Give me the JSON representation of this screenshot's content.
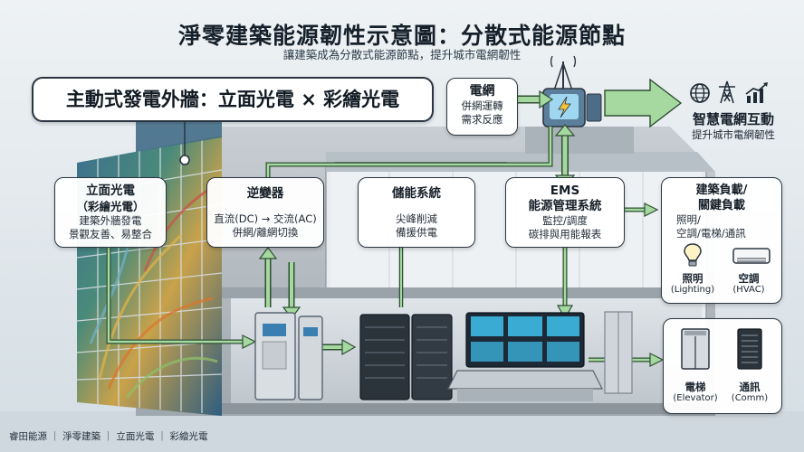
{
  "header": {
    "title": "淨零建築能源韌性示意圖：分散式能源節點",
    "subtitle": "讓建築成為分散式能源節點，提升城市電網韌性"
  },
  "callout": {
    "text": "主動式發電外牆：立面光電 × 彩繪光電"
  },
  "grid_box": {
    "title": "電網",
    "lines": [
      "併網運轉",
      "需求反應"
    ]
  },
  "smart_grid": {
    "title": "智慧電網互動",
    "subtitle": "提升城市電網韌性",
    "icons": [
      "globe-icon",
      "power-tower-icon",
      "growth-chart-icon"
    ]
  },
  "facade_box": {
    "title": "立面光電",
    "title2": "（彩繪光電）",
    "lines": [
      "建築外牆發電",
      "景觀友善、易整合"
    ]
  },
  "inverter_box": {
    "title": "逆變器",
    "lines": [
      "直流(DC) → 交流(AC)",
      "併網/離網切換"
    ]
  },
  "storage_box": {
    "title": "儲能系統",
    "lines": [
      "尖峰削減",
      "備援供電"
    ]
  },
  "ems_box": {
    "title": "EMS",
    "title2": "能源管理系統",
    "lines": [
      "監控/調度",
      "碳排與用能報表"
    ]
  },
  "load_box": {
    "title": "建築負載/",
    "title2": "關鍵負載",
    "lines": [
      "照明/",
      "空調/電梯/通訊"
    ],
    "items": [
      {
        "cn": "照明",
        "en": "(Lighting)",
        "icon": "lightbulb-icon"
      },
      {
        "cn": "空調",
        "en": "(HVAC)",
        "icon": "air-conditioner-icon"
      }
    ]
  },
  "critical_box": {
    "items": [
      {
        "cn": "電梯",
        "en": "(Elevator)",
        "icon": "elevator-icon"
      },
      {
        "cn": "通訊",
        "en": "(Comm)",
        "icon": "server-rack-icon"
      }
    ]
  },
  "footer": {
    "text": "睿田能源 ｜ 淨零建築 ｜ 立面光電 ｜ 彩繪光電"
  },
  "colors": {
    "arrow_green": "#a6d9a0",
    "arrow_stroke": "#2f4f34",
    "box_border": "#2b3541",
    "facade_blue": "#2f6d9a",
    "facade_gold": "#d4a23c",
    "screen_cyan": "#3fc3f0"
  }
}
